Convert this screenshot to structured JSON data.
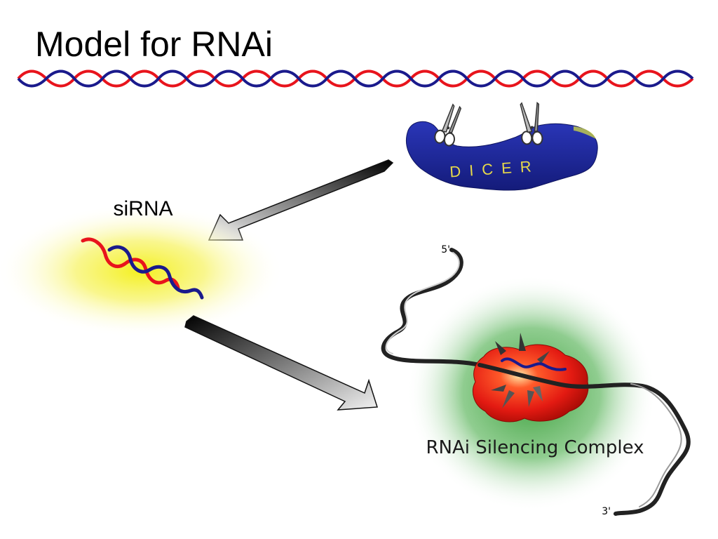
{
  "slide": {
    "title": "Model for RNAi"
  },
  "dicer": {
    "label": "DICER"
  },
  "sirna": {
    "label": "siRNA"
  },
  "complex": {
    "label": "RNAi Silencing Complex"
  },
  "mrna": {
    "five_prime": "5'",
    "three_prime": "3'"
  },
  "colors": {
    "strand_red": "#e8141c",
    "strand_blue": "#1a1a8c",
    "dicer_blue": "#1b2596",
    "dicer_label_yellow": "#e6d84a",
    "sirna_glow": "#f6f23a",
    "complex_red": "#ee2418",
    "complex_glow": "#5cb85c"
  }
}
